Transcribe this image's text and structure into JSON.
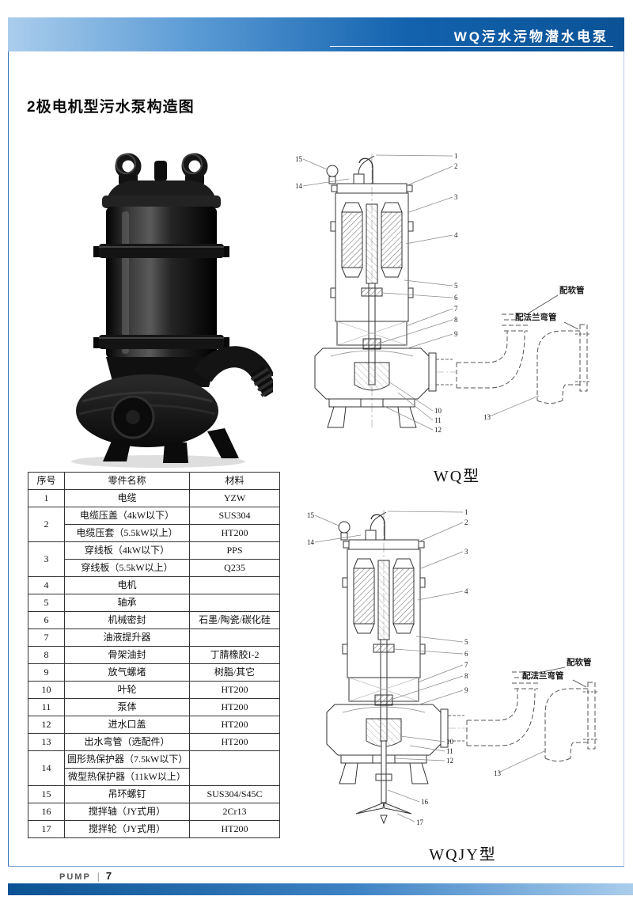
{
  "theme": {
    "header_blue_dark": "#0b5295",
    "header_blue_light": "#aacdec"
  },
  "header": {
    "title": "WQ污水污物潜水电泵"
  },
  "section": {
    "title": "2极电机型污水泵构造图"
  },
  "diagrams": {
    "wq_label": "WQ型",
    "wqjy_label": "WQJY型",
    "hose_note": "配软管",
    "flange_note": "配法兰弯管",
    "callouts": [
      "1",
      "2",
      "3",
      "4",
      "5",
      "6",
      "7",
      "8",
      "9",
      "10",
      "11",
      "12",
      "13",
      "14",
      "15",
      "16",
      "17"
    ]
  },
  "table": {
    "headers": [
      "序号",
      "零件名称",
      "材料"
    ],
    "rows": [
      {
        "no": "1",
        "name": "电缆",
        "mat": "YZW"
      },
      {
        "no": "2",
        "span": 2,
        "name": "电缆压盖（4kW以下）",
        "mat": "SUS304"
      },
      {
        "name": "电缆压套（5.5kW以上）",
        "mat": "HT200"
      },
      {
        "no": "3",
        "span": 2,
        "name": "穿线板（4kW以下）",
        "mat": "PPS"
      },
      {
        "name": "穿线板（5.5kW以上）",
        "mat": "Q235"
      },
      {
        "no": "4",
        "name": "电机",
        "mat": ""
      },
      {
        "no": "5",
        "name": "轴承",
        "mat": ""
      },
      {
        "no": "6",
        "name": "机械密封",
        "mat": "石墨/陶瓷/碳化硅"
      },
      {
        "no": "7",
        "name": "油液提升器",
        "mat": ""
      },
      {
        "no": "8",
        "name": "骨架油封",
        "mat": "丁腈橡胶I-2"
      },
      {
        "no": "9",
        "name": "放气螺堵",
        "mat": "树脂/其它"
      },
      {
        "no": "10",
        "name": "叶轮",
        "mat": "HT200"
      },
      {
        "no": "11",
        "name": "泵体",
        "mat": "HT200"
      },
      {
        "no": "12",
        "name": "进水口盖",
        "mat": "HT200"
      },
      {
        "no": "13",
        "name": "出水弯管（选配件）",
        "mat": "HT200"
      },
      {
        "no": "14",
        "span": 2,
        "name": "圆形热保护器（7.5kW以下）",
        "mat": "",
        "matspan": 2
      },
      {
        "name": "微型热保护器（11kW以上）"
      },
      {
        "no": "15",
        "name": "吊环螺钉",
        "mat": "SUS304/S45C"
      },
      {
        "no": "16",
        "name": "搅拌轴（JY式用）",
        "mat": "2Cr13"
      },
      {
        "no": "17",
        "name": "搅拌轮（JY式用）",
        "mat": "HT200"
      }
    ]
  },
  "footer": {
    "brand": "PUMP",
    "divider": "|",
    "page": "7"
  }
}
